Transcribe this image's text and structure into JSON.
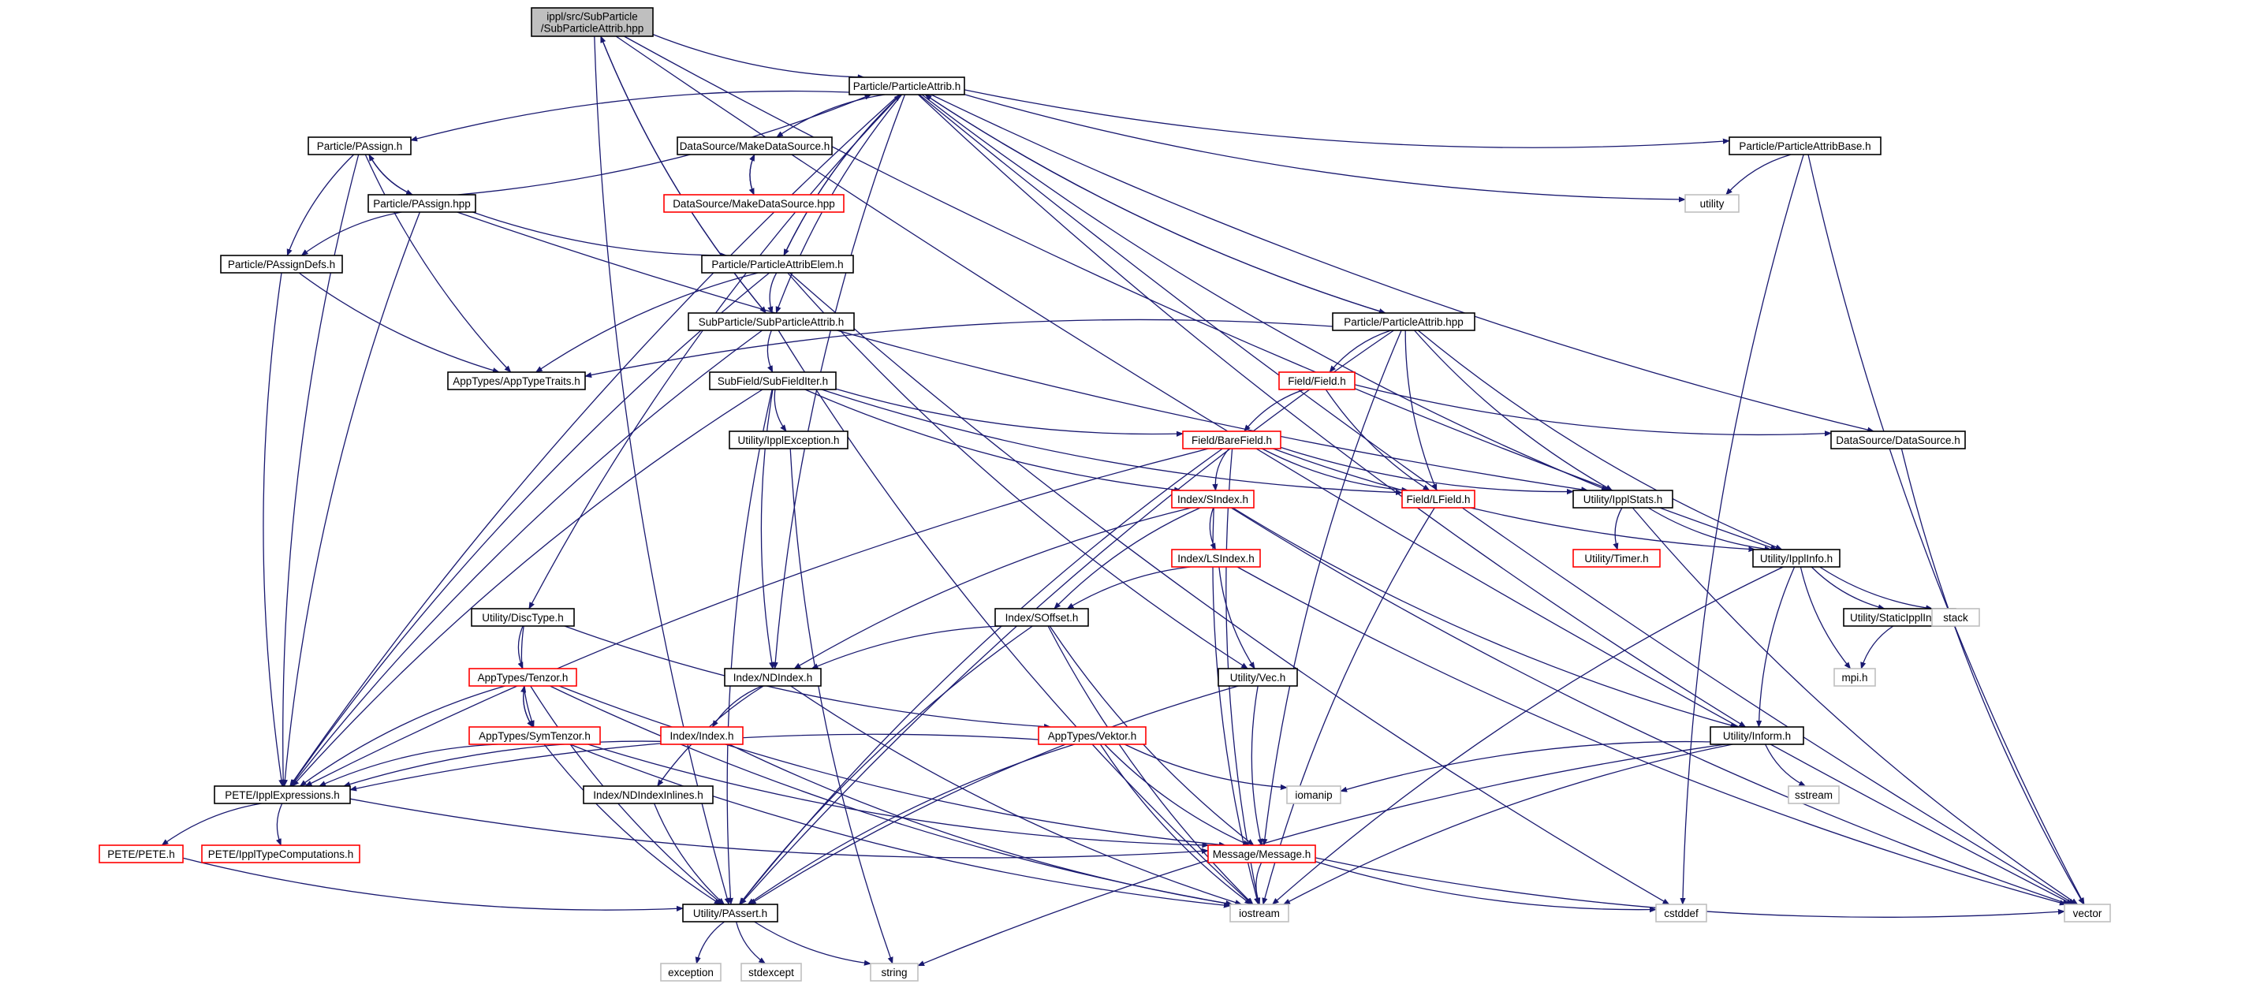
{
  "graph": {
    "colors": {
      "edge": "#191970",
      "node_border_default": "#000000",
      "node_border_red": "#ff0000",
      "node_border_system": "#bfbfbf",
      "root_fill": "#bfbfbf"
    },
    "root": "root",
    "nodes": [
      {
        "id": "root",
        "lines": [
          "ippl/src/SubParticle",
          "/SubParticleAttrib.hpp"
        ],
        "style": "root"
      },
      {
        "id": "pattrib_h",
        "lines": [
          "Particle/ParticleAttrib.h"
        ],
        "style": "normal"
      },
      {
        "id": "passign_h",
        "lines": [
          "Particle/PAssign.h"
        ],
        "style": "normal"
      },
      {
        "id": "passign_hpp",
        "lines": [
          "Particle/PAssign.hpp"
        ],
        "style": "normal"
      },
      {
        "id": "passigndefs",
        "lines": [
          "Particle/PAssignDefs.h"
        ],
        "style": "normal"
      },
      {
        "id": "makeds_h",
        "lines": [
          "DataSource/MakeDataSource.h"
        ],
        "style": "normal"
      },
      {
        "id": "makeds_hpp",
        "lines": [
          "DataSource/MakeDataSource.hpp"
        ],
        "style": "red"
      },
      {
        "id": "pattribelem",
        "lines": [
          "Particle/ParticleAttribElem.h"
        ],
        "style": "normal"
      },
      {
        "id": "subpattrib_h",
        "lines": [
          "SubParticle/SubParticleAttrib.h"
        ],
        "style": "normal"
      },
      {
        "id": "apptypetraits",
        "lines": [
          "AppTypes/AppTypeTraits.h"
        ],
        "style": "normal"
      },
      {
        "id": "subfielditer",
        "lines": [
          "SubField/SubFieldIter.h"
        ],
        "style": "normal"
      },
      {
        "id": "ipplexception",
        "lines": [
          "Utility/IpplException.h"
        ],
        "style": "normal"
      },
      {
        "id": "pattribbase",
        "lines": [
          "Particle/ParticleAttribBase.h"
        ],
        "style": "normal"
      },
      {
        "id": "utility",
        "lines": [
          "utility"
        ],
        "style": "system"
      },
      {
        "id": "pattrib_hpp",
        "lines": [
          "Particle/ParticleAttrib.hpp"
        ],
        "style": "normal"
      },
      {
        "id": "field_h",
        "lines": [
          "Field/Field.h"
        ],
        "style": "red"
      },
      {
        "id": "barefield",
        "lines": [
          "Field/BareField.h"
        ],
        "style": "red"
      },
      {
        "id": "datasource",
        "lines": [
          "DataSource/DataSource.h"
        ],
        "style": "normal"
      },
      {
        "id": "lfield",
        "lines": [
          "Field/LField.h"
        ],
        "style": "red"
      },
      {
        "id": "sindex",
        "lines": [
          "Index/SIndex.h"
        ],
        "style": "red"
      },
      {
        "id": "ipplstats",
        "lines": [
          "Utility/IpplStats.h"
        ],
        "style": "normal"
      },
      {
        "id": "timer",
        "lines": [
          "Utility/Timer.h"
        ],
        "style": "red"
      },
      {
        "id": "ipplinfo",
        "lines": [
          "Utility/IpplInfo.h"
        ],
        "style": "normal"
      },
      {
        "id": "lsindex",
        "lines": [
          "Index/LSIndex.h"
        ],
        "style": "red"
      },
      {
        "id": "soffset",
        "lines": [
          "Index/SOffset.h"
        ],
        "style": "normal"
      },
      {
        "id": "disctype",
        "lines": [
          "Utility/DiscType.h"
        ],
        "style": "normal"
      },
      {
        "id": "tensor",
        "lines": [
          "AppTypes/Tenzor.h"
        ],
        "style": "red"
      },
      {
        "id": "symtensor",
        "lines": [
          "AppTypes/SymTenzor.h"
        ],
        "style": "red"
      },
      {
        "id": "ndindex",
        "lines": [
          "Index/NDIndex.h"
        ],
        "style": "normal"
      },
      {
        "id": "index_h",
        "lines": [
          "Index/Index.h"
        ],
        "style": "red"
      },
      {
        "id": "ndindexinl",
        "lines": [
          "Index/NDIndexInlines.h"
        ],
        "style": "normal"
      },
      {
        "id": "vec",
        "lines": [
          "Utility/Vec.h"
        ],
        "style": "normal"
      },
      {
        "id": "vektor",
        "lines": [
          "AppTypes/Vektor.h"
        ],
        "style": "red"
      },
      {
        "id": "staticipplinfo",
        "lines": [
          "Utility/StaticIpplInfo.h"
        ],
        "style": "normal"
      },
      {
        "id": "stack",
        "lines": [
          "stack"
        ],
        "style": "system"
      },
      {
        "id": "mpi",
        "lines": [
          "mpi.h"
        ],
        "style": "system"
      },
      {
        "id": "inform",
        "lines": [
          "Utility/Inform.h"
        ],
        "style": "normal"
      },
      {
        "id": "sstream",
        "lines": [
          "sstream"
        ],
        "style": "system"
      },
      {
        "id": "iomanip",
        "lines": [
          "iomanip"
        ],
        "style": "system"
      },
      {
        "id": "ipplexpr",
        "lines": [
          "PETE/IpplExpressions.h"
        ],
        "style": "normal"
      },
      {
        "id": "pete",
        "lines": [
          "PETE/PETE.h"
        ],
        "style": "red"
      },
      {
        "id": "ippltypecomp",
        "lines": [
          "PETE/IpplTypeComputations.h"
        ],
        "style": "red"
      },
      {
        "id": "message",
        "lines": [
          "Message/Message.h"
        ],
        "style": "red"
      },
      {
        "id": "passert",
        "lines": [
          "Utility/PAssert.h"
        ],
        "style": "normal"
      },
      {
        "id": "iostream",
        "lines": [
          "iostream"
        ],
        "style": "system"
      },
      {
        "id": "cstddef",
        "lines": [
          "cstddef"
        ],
        "style": "system"
      },
      {
        "id": "vector",
        "lines": [
          "vector"
        ],
        "style": "system"
      },
      {
        "id": "exception",
        "lines": [
          "exception"
        ],
        "style": "system"
      },
      {
        "id": "stdexcept",
        "lines": [
          "stdexcept"
        ],
        "style": "system"
      },
      {
        "id": "string",
        "lines": [
          "string"
        ],
        "style": "system"
      }
    ],
    "edges": [
      [
        "root",
        "pattrib_h"
      ],
      [
        "root",
        "subpattrib_h"
      ],
      [
        "root",
        "passert"
      ],
      [
        "root",
        "ipplinfo"
      ],
      [
        "root",
        "vector"
      ],
      [
        "pattrib_h",
        "passign_h"
      ],
      [
        "pattrib_h",
        "makeds_h"
      ],
      [
        "pattrib_h",
        "pattribelem"
      ],
      [
        "pattrib_h",
        "subpattrib_h"
      ],
      [
        "pattrib_h",
        "pattribbase"
      ],
      [
        "pattrib_h",
        "utility"
      ],
      [
        "pattrib_h",
        "datasource"
      ],
      [
        "pattrib_h",
        "ipplstats"
      ],
      [
        "pattrib_h",
        "ipplexpr"
      ],
      [
        "pattrib_h",
        "disctype"
      ],
      [
        "pattrib_h",
        "ndindex"
      ],
      [
        "pattrib_h",
        "inform"
      ],
      [
        "pattrib_h",
        "vector"
      ],
      [
        "pattrib_h",
        "pattrib_hpp"
      ],
      [
        "passign_h",
        "passign_hpp"
      ],
      [
        "passign_h",
        "passigndefs"
      ],
      [
        "passign_h",
        "apptypetraits"
      ],
      [
        "passign_h",
        "ipplexpr"
      ],
      [
        "passign_hpp",
        "pattrib_h"
      ],
      [
        "passign_hpp",
        "passign_h"
      ],
      [
        "passign_hpp",
        "passigndefs"
      ],
      [
        "passign_hpp",
        "pattribelem"
      ],
      [
        "passign_hpp",
        "ipplexpr"
      ],
      [
        "passign_hpp",
        "ipplstats"
      ],
      [
        "passigndefs",
        "apptypetraits"
      ],
      [
        "passigndefs",
        "ipplexpr"
      ],
      [
        "makeds_h",
        "makeds_hpp"
      ],
      [
        "makeds_hpp",
        "makeds_h"
      ],
      [
        "pattribelem",
        "pattrib_h"
      ],
      [
        "pattribelem",
        "subpattrib_h"
      ],
      [
        "pattribelem",
        "apptypetraits"
      ],
      [
        "pattribelem",
        "ipplexpr"
      ],
      [
        "pattribelem",
        "vec"
      ],
      [
        "pattribelem",
        "cstddef"
      ],
      [
        "subpattrib_h",
        "root"
      ],
      [
        "subpattrib_h",
        "subfielditer"
      ],
      [
        "subpattrib_h",
        "ipplexpr"
      ],
      [
        "subpattrib_h",
        "iostream"
      ],
      [
        "subfielditer",
        "ipplexception"
      ],
      [
        "subfielditer",
        "barefield"
      ],
      [
        "subfielditer",
        "lfield"
      ],
      [
        "subfielditer",
        "sindex"
      ],
      [
        "subfielditer",
        "ndindex"
      ],
      [
        "subfielditer",
        "ipplexpr"
      ],
      [
        "subfielditer",
        "passert"
      ],
      [
        "ipplexception",
        "string"
      ],
      [
        "pattribbase",
        "utility"
      ],
      [
        "pattribbase",
        "cstddef"
      ],
      [
        "pattribbase",
        "vector"
      ],
      [
        "pattrib_hpp",
        "pattrib_h"
      ],
      [
        "pattrib_hpp",
        "field_h"
      ],
      [
        "pattrib_hpp",
        "lfield"
      ],
      [
        "pattrib_hpp",
        "ipplstats"
      ],
      [
        "pattrib_hpp",
        "ipplinfo"
      ],
      [
        "pattrib_hpp",
        "message"
      ],
      [
        "pattrib_hpp",
        "passert"
      ],
      [
        "pattrib_hpp",
        "apptypetraits"
      ],
      [
        "field_h",
        "barefield"
      ],
      [
        "field_h",
        "lfield"
      ],
      [
        "field_h",
        "datasource"
      ],
      [
        "barefield",
        "sindex"
      ],
      [
        "barefield",
        "lfield"
      ],
      [
        "barefield",
        "ipplstats"
      ],
      [
        "barefield",
        "ipplinfo"
      ],
      [
        "barefield",
        "ipplexpr"
      ],
      [
        "barefield",
        "passert"
      ],
      [
        "barefield",
        "iostream"
      ],
      [
        "datasource",
        "vector"
      ],
      [
        "lfield",
        "iostream"
      ],
      [
        "sindex",
        "lsindex"
      ],
      [
        "sindex",
        "soffset"
      ],
      [
        "sindex",
        "ndindex"
      ],
      [
        "sindex",
        "inform"
      ],
      [
        "sindex",
        "vector"
      ],
      [
        "sindex",
        "iostream"
      ],
      [
        "ipplstats",
        "timer"
      ],
      [
        "ipplstats",
        "ipplinfo"
      ],
      [
        "ipplstats",
        "vector"
      ],
      [
        "ipplinfo",
        "staticipplinfo"
      ],
      [
        "ipplinfo",
        "stack"
      ],
      [
        "ipplinfo",
        "mpi"
      ],
      [
        "ipplinfo",
        "inform"
      ],
      [
        "ipplinfo",
        "iostream"
      ],
      [
        "staticipplinfo",
        "mpi"
      ],
      [
        "lsindex",
        "soffset"
      ],
      [
        "lsindex",
        "vec"
      ],
      [
        "lsindex",
        "vector"
      ],
      [
        "soffset",
        "ndindex"
      ],
      [
        "soffset",
        "passert"
      ],
      [
        "soffset",
        "message"
      ],
      [
        "soffset",
        "iostream"
      ],
      [
        "disctype",
        "tensor"
      ],
      [
        "disctype",
        "symtensor"
      ],
      [
        "disctype",
        "vektor"
      ],
      [
        "tensor",
        "symtensor"
      ],
      [
        "tensor",
        "ipplexpr"
      ],
      [
        "tensor",
        "message"
      ],
      [
        "tensor",
        "passert"
      ],
      [
        "tensor",
        "iostream"
      ],
      [
        "symtensor",
        "tensor"
      ],
      [
        "symtensor",
        "ipplexpr"
      ],
      [
        "symtensor",
        "message"
      ],
      [
        "symtensor",
        "passert"
      ],
      [
        "symtensor",
        "iostream"
      ],
      [
        "ndindex",
        "index_h"
      ],
      [
        "ndindex",
        "ndindexinl"
      ],
      [
        "ndindex",
        "iostream"
      ],
      [
        "index_h",
        "ipplexpr"
      ],
      [
        "index_h",
        "iostream"
      ],
      [
        "ndindexinl",
        "passert"
      ],
      [
        "vec",
        "passert"
      ],
      [
        "vec",
        "message"
      ],
      [
        "vektor",
        "ipplexpr"
      ],
      [
        "vektor",
        "message"
      ],
      [
        "vektor",
        "passert"
      ],
      [
        "vektor",
        "iomanip"
      ],
      [
        "vektor",
        "iostream"
      ],
      [
        "inform",
        "iomanip"
      ],
      [
        "inform",
        "sstream"
      ],
      [
        "inform",
        "iostream"
      ],
      [
        "inform",
        "string"
      ],
      [
        "ipplexpr",
        "pete"
      ],
      [
        "ipplexpr",
        "ippltypecomp"
      ],
      [
        "ipplexpr",
        "message"
      ],
      [
        "pete",
        "passert"
      ],
      [
        "message",
        "iostream"
      ],
      [
        "message",
        "cstddef"
      ],
      [
        "message",
        "vector"
      ],
      [
        "passert",
        "exception"
      ],
      [
        "passert",
        "stdexcept"
      ],
      [
        "passert",
        "string"
      ]
    ]
  }
}
